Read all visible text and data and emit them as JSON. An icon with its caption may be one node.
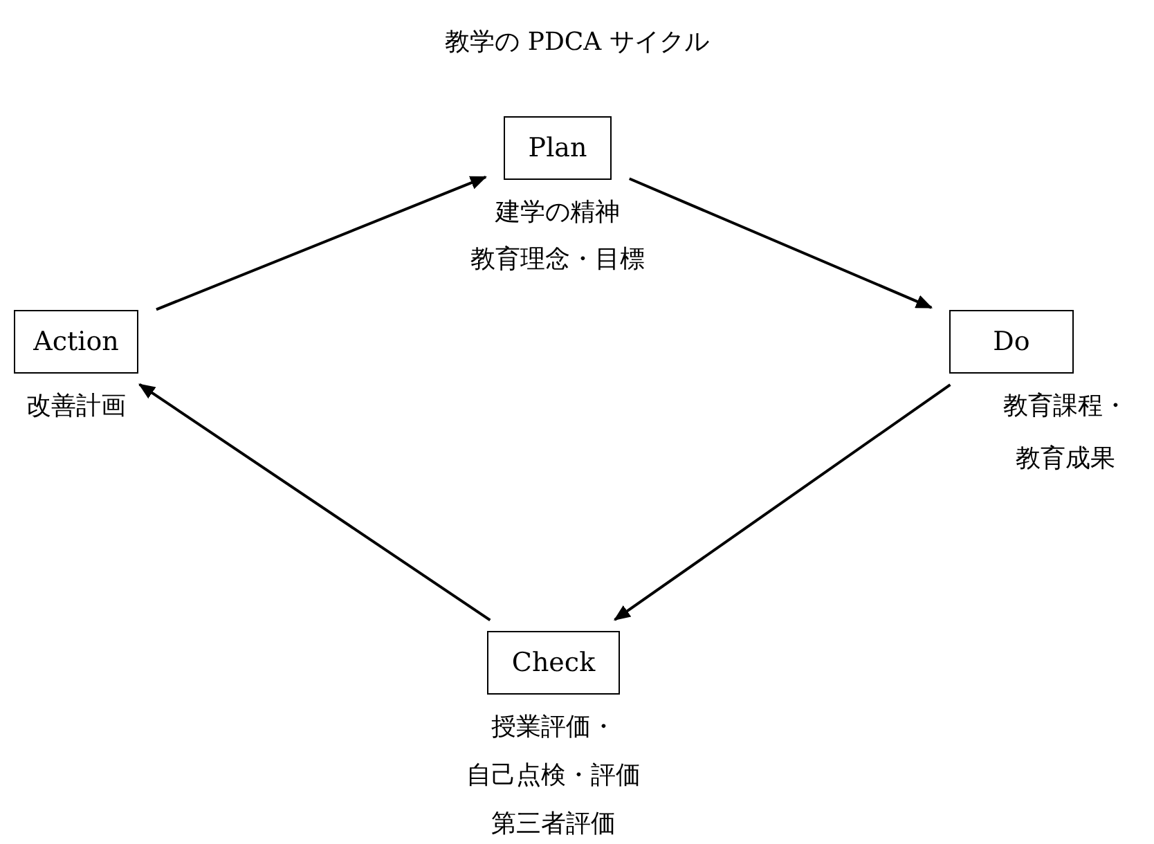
{
  "diagram": {
    "title": "教学の PDCA サイクル",
    "nodes": [
      {
        "text": [
          "Plan"
        ],
        "beside": [
          "建学の精神",
          "教育理念・目標"
        ]
      },
      {
        "text": [
          "Do"
        ],
        "beside": [
          "教育課程・",
          "教育成果"
        ]
      },
      {
        "text": [
          "Check"
        ],
        "beside": [
          "授業評価・",
          "自己点検・評価",
          "第三者評価"
        ]
      },
      {
        "text": [
          "Action"
        ],
        "beside": [
          "改善計画"
        ]
      }
    ],
    "edges": [
      {
        "from": 0,
        "to": 1,
        "arrow": "to"
      },
      {
        "from": 1,
        "to": 2,
        "arrow": "to"
      },
      {
        "from": 2,
        "to": 3,
        "arrow": "to"
      },
      {
        "from": 3,
        "to": 0,
        "arrow": "to"
      }
    ]
  }
}
